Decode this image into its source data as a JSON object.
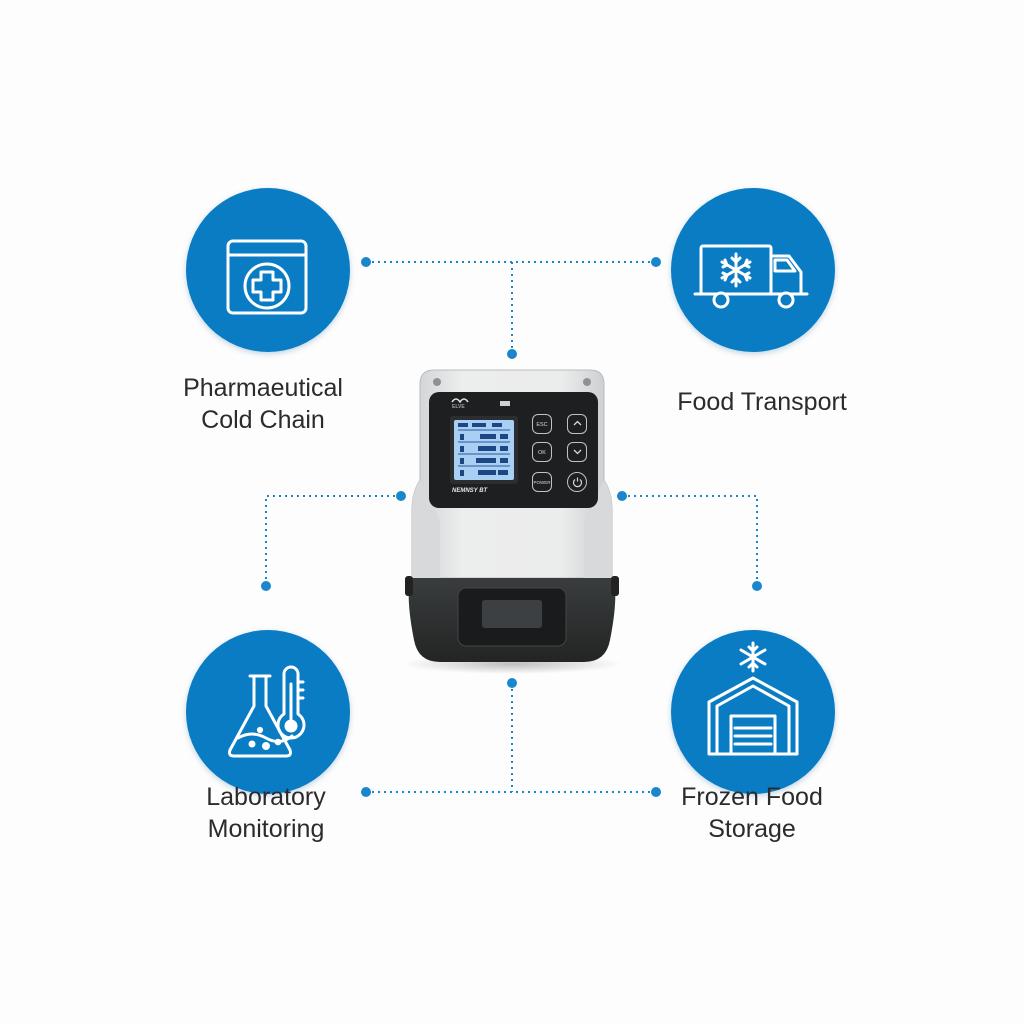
{
  "device": {
    "brand": "ELVE",
    "model_label": "NEMNSY BT",
    "buttons": {
      "esc": "ESC",
      "ok": "OK",
      "power_text": "POWER"
    },
    "colors": {
      "body": "#e6e7e8",
      "panel": "#1e1f21",
      "screen": "#a9cff2",
      "base": "#2f3232"
    }
  },
  "applications": [
    {
      "id": "pharma",
      "icon": "medical-kit-icon",
      "lines": [
        "Pharmaeutical",
        "Cold Chain"
      ]
    },
    {
      "id": "food-transport",
      "icon": "refrigerated-truck-icon",
      "lines": [
        "Food Transport"
      ]
    },
    {
      "id": "lab",
      "icon": "lab-flask-thermometer-icon",
      "lines": [
        "Laboratory",
        "Monitoring"
      ]
    },
    {
      "id": "frozen-storage",
      "icon": "cold-storage-warehouse-icon",
      "lines": [
        "Frozen Food",
        "Storage"
      ]
    }
  ],
  "colors": {
    "accent": "#0a7cc4",
    "connector": "#1a86cc",
    "text": "#2b2b2b",
    "background": "#fdfdfd"
  }
}
